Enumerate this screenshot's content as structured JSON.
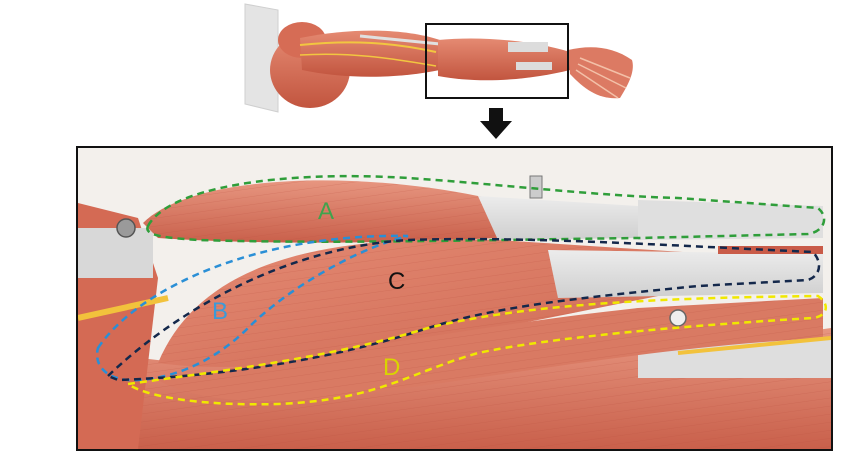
{
  "figure": {
    "labels": {
      "A": "A",
      "B": "B",
      "C": "C",
      "D": "D"
    },
    "colors": {
      "A": "#3fa34d",
      "B": "#3b9ad9",
      "C": "#111111",
      "D": "#d9d400",
      "outline_A": "#2f9e3a",
      "outline_B": "#2a8fd6",
      "outline_C": "#14284b",
      "outline_D": "#f0e800",
      "muscle": "#d9705a",
      "tendon": "#dcdcdc"
    },
    "icons": {
      "arrow": "arrow-down-icon"
    }
  }
}
